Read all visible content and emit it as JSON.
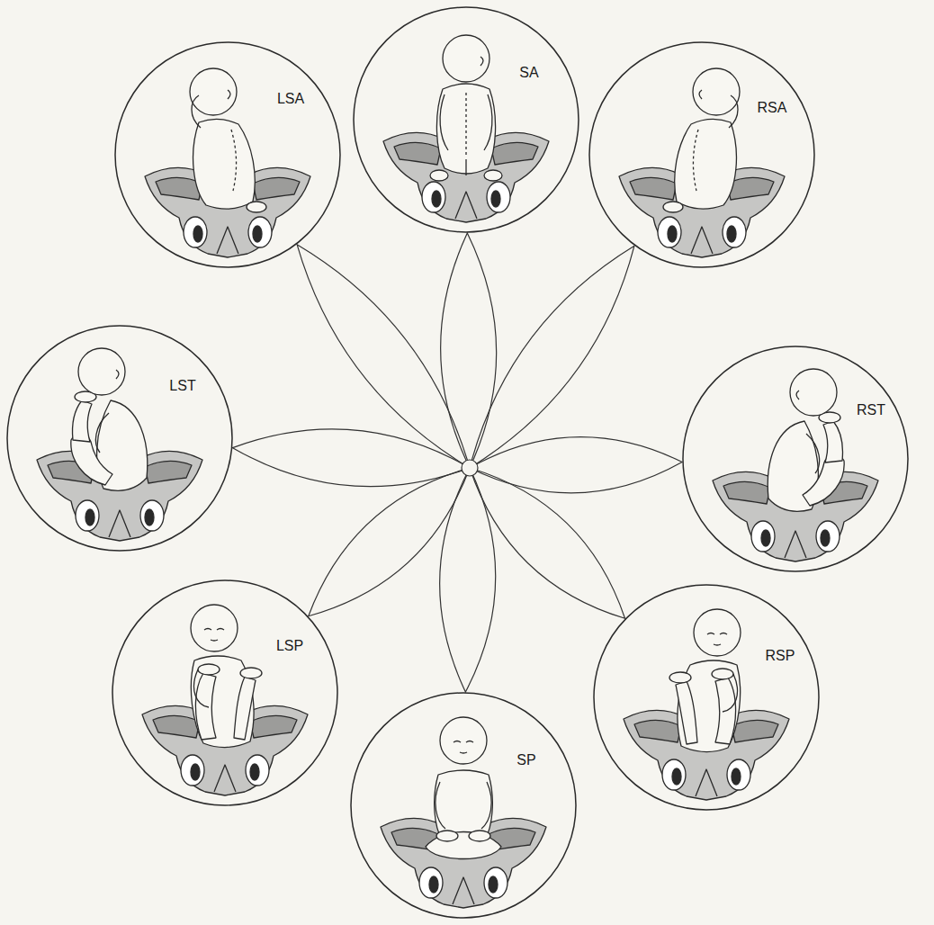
{
  "diagram": {
    "nodes": [
      {
        "text": [
          "SA"
        ]
      },
      {
        "text": [
          "LSA"
        ]
      },
      {
        "text": [
          "RSA"
        ]
      },
      {
        "text": [
          "LST"
        ]
      },
      {
        "text": [
          "RST"
        ]
      },
      {
        "text": [
          "LSP"
        ]
      },
      {
        "text": [
          "RSP"
        ]
      },
      {
        "text": [
          "SP"
        ]
      }
    ]
  }
}
